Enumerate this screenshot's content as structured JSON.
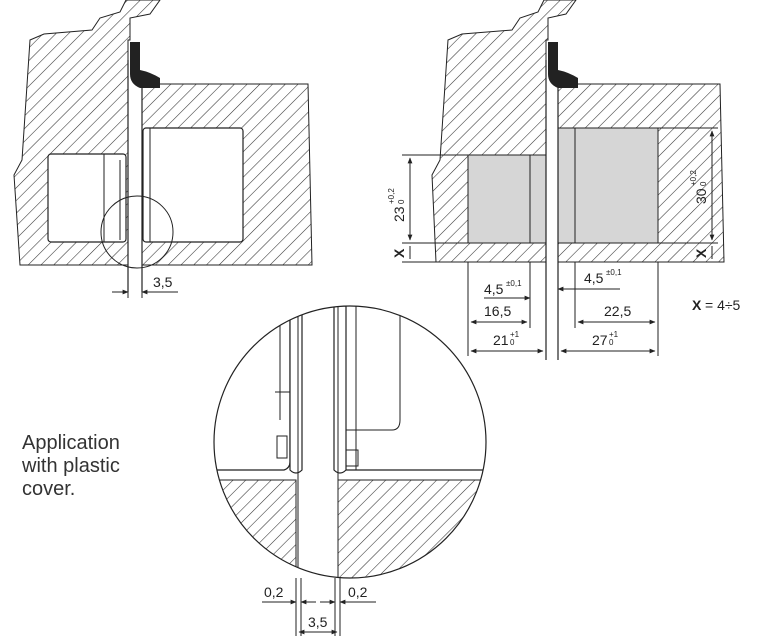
{
  "caption": {
    "line1": "Application",
    "line2": "with plastic",
    "line3": "cover."
  },
  "left_drawing": {
    "gap": "3,5"
  },
  "right_drawing": {
    "height_left": "23",
    "height_left_tol_upper": "+0,2",
    "height_left_tol_lower": "0",
    "height_right": "30",
    "height_right_tol_upper": "+0,2",
    "height_right_tol_lower": "0",
    "x_label": "X",
    "left_offset": "4,5",
    "left_offset_tol": "±0,1",
    "right_offset": "4,5",
    "right_offset_tol": "±0,1",
    "left_depth": "16,5",
    "left_total": "21",
    "left_total_tol_upper": "+1",
    "left_total_tol_lower": "0",
    "right_depth": "22,5",
    "right_total": "27",
    "right_total_tol_upper": "+1",
    "right_total_tol_lower": "0",
    "x_formula_label": "X",
    "x_formula_value": "= 4÷5"
  },
  "detail": {
    "left_clearance": "0,2",
    "right_clearance": "0,2",
    "gap": "3,5"
  },
  "colors": {
    "line": "#222222",
    "hatch": "#333333",
    "fill_grey": "#d6d6d6"
  }
}
